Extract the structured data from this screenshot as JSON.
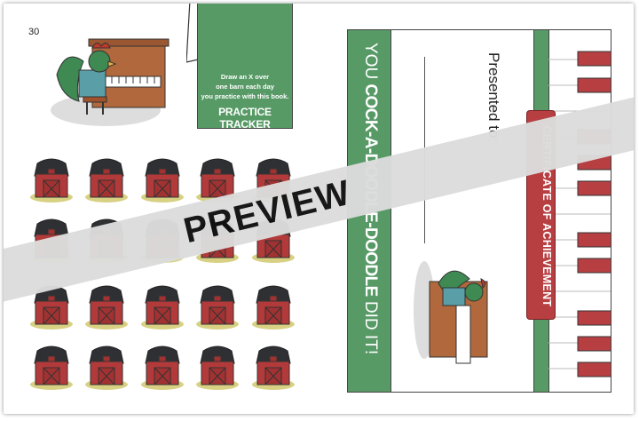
{
  "left_page": {
    "page_number": "30",
    "tracker": {
      "instructions": [
        "Draw an X over",
        "one barn each day",
        "you practice with this book."
      ],
      "title": "PRACTICE TRACKER"
    },
    "barn_rows": 4,
    "barn_columns": 5
  },
  "certificate": {
    "headline_prefix": "YOU ",
    "headline_bold": "COCK-A-DOODLE-DOODLE",
    "headline_suffix": " DID IT!",
    "presented_to": "Presented to:",
    "title": "CERTIFICATE OF ACHIEVEMENT"
  },
  "watermark": "PREVIEW",
  "colors": {
    "green": "#579a66",
    "red": "#b73f42",
    "banner": "#dcdcdc"
  }
}
